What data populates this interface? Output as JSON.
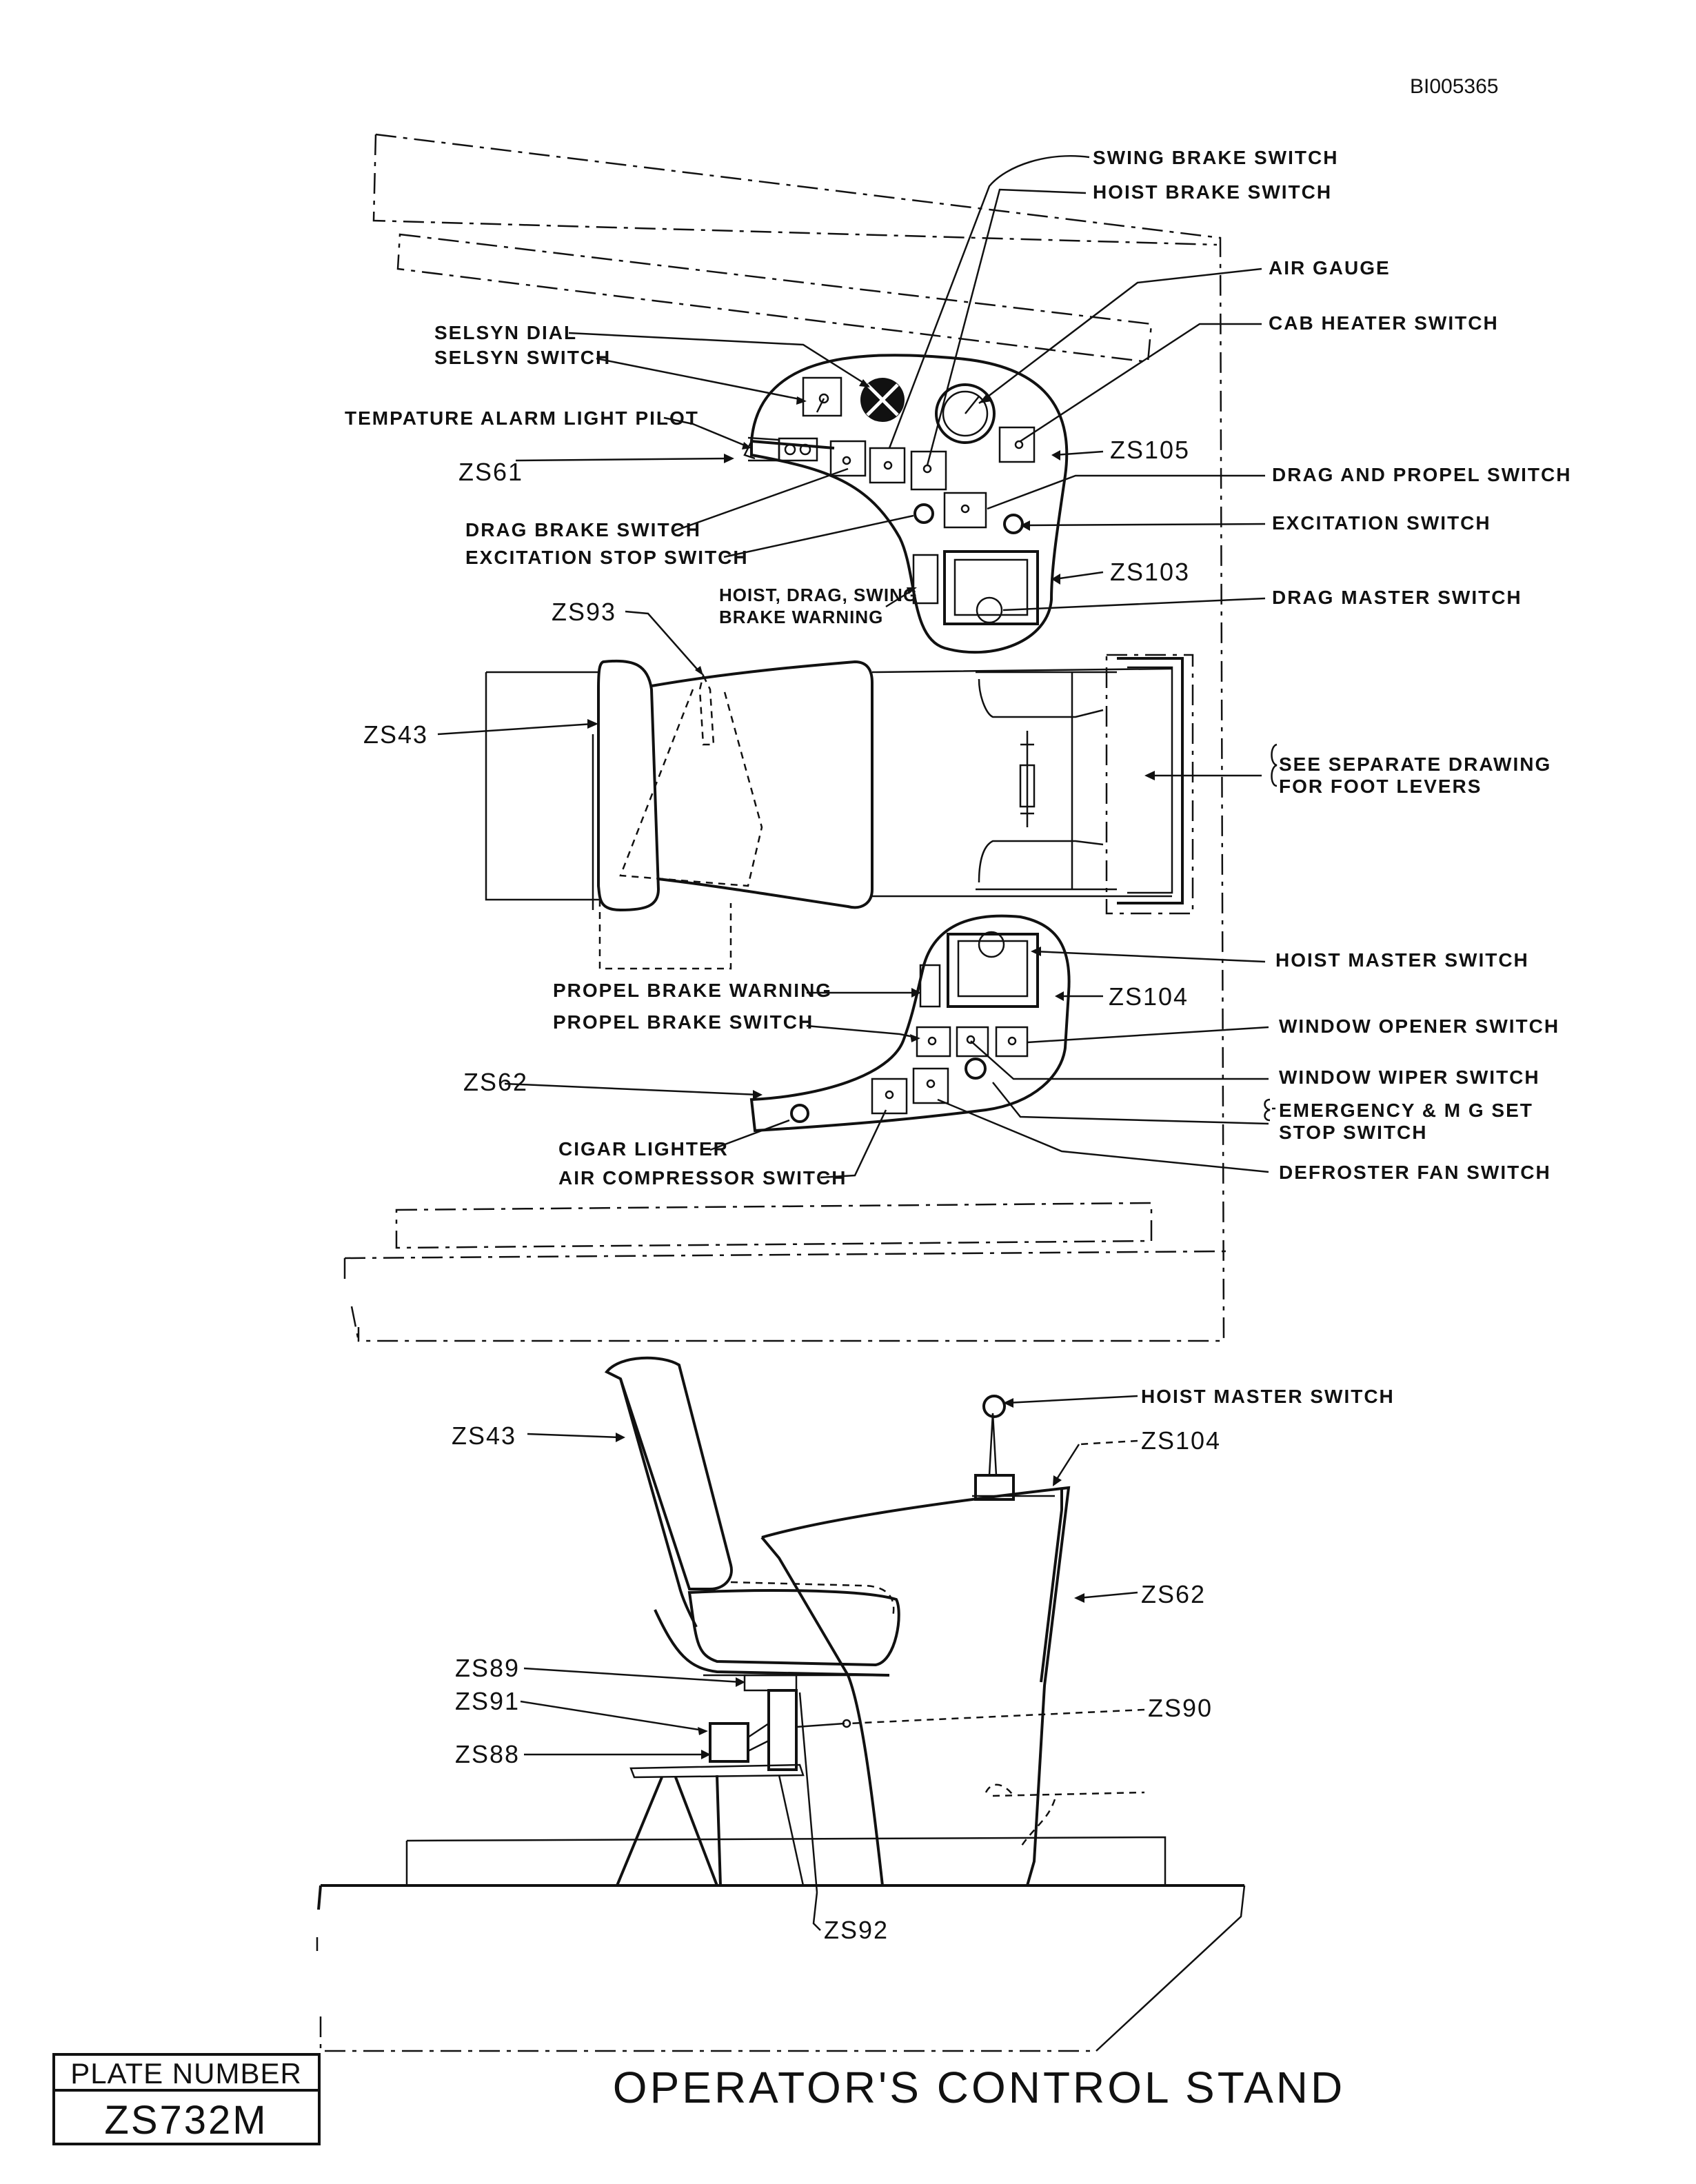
{
  "document_id": "BI005365",
  "title": "OPERATOR'S CONTROL STAND",
  "plate": {
    "label": "PLATE NUMBER",
    "number": "ZS732M"
  },
  "labels": {
    "swing_brake_switch": "SWING BRAKE SWITCH",
    "hoist_brake_switch": "HOIST BRAKE SWITCH",
    "air_gauge": "AIR GAUGE",
    "cab_heater_switch": "CAB HEATER SWITCH",
    "selsyn_dial": "SELSYN DIAL",
    "selsyn_switch": "SELSYN SWITCH",
    "temp_alarm_light_pilot": "TEMPATURE ALARM LIGHT PILOT",
    "drag_and_propel_switch": "DRAG AND PROPEL SWITCH",
    "drag_brake_switch": "DRAG BRAKE SWITCH",
    "excitation_switch": "EXCITATION SWITCH",
    "excitation_stop_switch": "EXCITATION STOP SWITCH",
    "hoist_drag_swing_line1": "HOIST, DRAG, SWING",
    "hoist_drag_swing_line2": "BRAKE WARNING",
    "drag_master_switch": "DRAG MASTER SWITCH",
    "see_separate_line1": "SEE SEPARATE DRAWING",
    "see_separate_line2": "FOR FOOT LEVERS",
    "hoist_master_switch_top": "HOIST MASTER SWITCH",
    "propel_brake_warning": "PROPEL BRAKE WARNING",
    "propel_brake_switch": "PROPEL BRAKE SWITCH",
    "window_opener_switch": "WINDOW OPENER SWITCH",
    "window_wiper_switch": "WINDOW WIPER SWITCH",
    "emergency_line1": "EMERGENCY & M G SET",
    "emergency_line2": "STOP SWITCH",
    "cigar_lighter": "CIGAR LIGHTER",
    "air_compressor_switch": "AIR COMPRESSOR SWITCH",
    "defroster_fan_switch": "DEFROSTER FAN SWITCH",
    "hoist_master_switch_side": "HOIST MASTER SWITCH"
  },
  "refs": {
    "zs105": "ZS105",
    "zs61": "ZS61",
    "zs103": "ZS103",
    "zs93": "ZS93",
    "zs43_top": "ZS43",
    "zs104_top": "ZS104",
    "zs62_top": "ZS62",
    "zs43_side": "ZS43",
    "zs104_side": "ZS104",
    "zs62_side": "ZS62",
    "zs89": "ZS89",
    "zs91": "ZS91",
    "zs88": "ZS88",
    "zs90": "ZS90",
    "zs92": "ZS92"
  }
}
